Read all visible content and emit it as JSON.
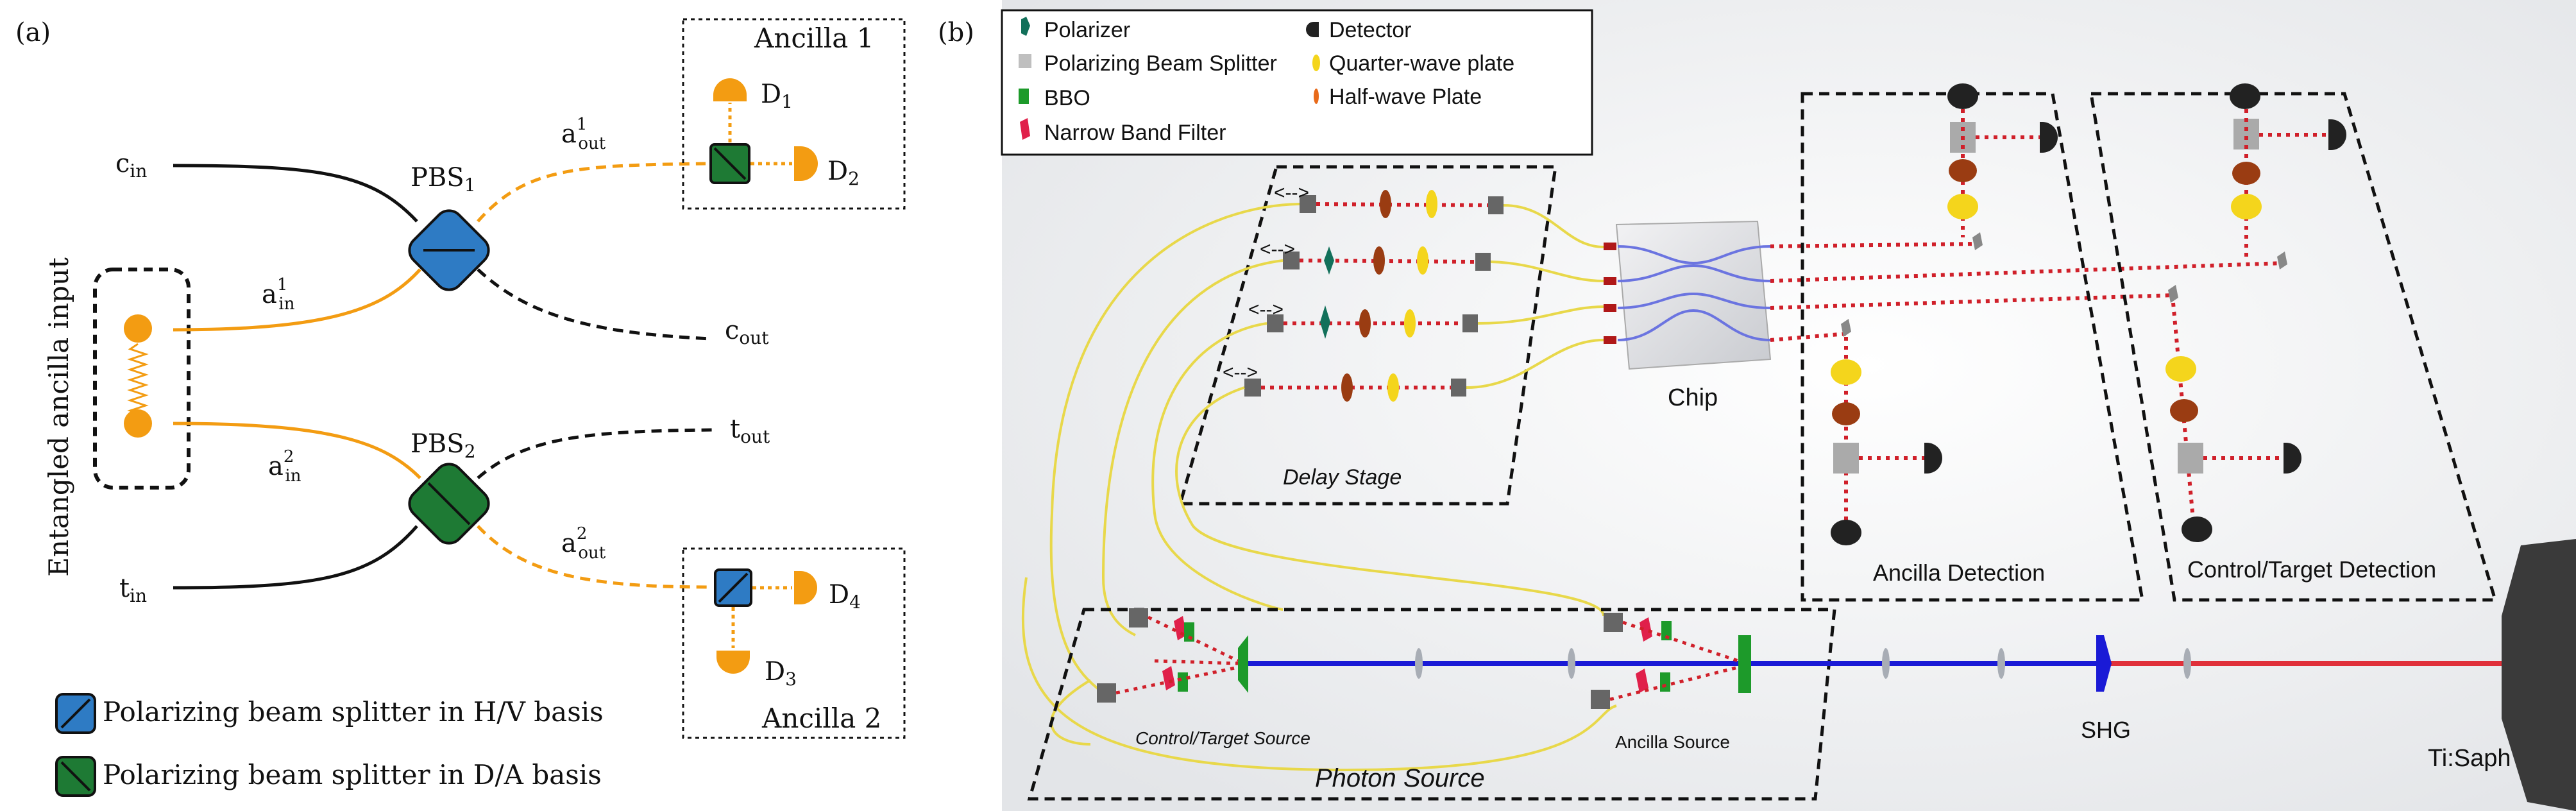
{
  "panel_a": {
    "label": "(a)",
    "ancilla1": {
      "title": "Ancilla 1",
      "d1": "D",
      "d1_sub": "1",
      "d2": "D",
      "d2_sub": "2"
    },
    "ancilla2": {
      "title": "Ancilla 2",
      "d3": "D",
      "d3_sub": "3",
      "d4": "D",
      "d4_sub": "4"
    },
    "c_in": "c",
    "c_in_sub": "in",
    "t_in": "t",
    "t_in_sub": "in",
    "c_out": "c",
    "c_out_sub": "out",
    "t_out": "t",
    "t_out_sub": "out",
    "pbs1": "PBS",
    "pbs1_sub": "1",
    "pbs2": "PBS",
    "pbs2_sub": "2",
    "a_in1": "a",
    "a_in1_sup": "1",
    "a_in1_sub": "in",
    "a_in2": "a",
    "a_in2_sup": "2",
    "a_in2_sub": "in",
    "a_out1": "a",
    "a_out1_sup": "1",
    "a_out1_sub": "out",
    "a_out2": "a",
    "a_out2_sup": "2",
    "a_out2_sub": "out",
    "entangled_label": "Entangled ancilla input",
    "legend_hv": "Polarizing beam splitter in H/V basis",
    "legend_da": "Polarizing beam splitter in D/A basis"
  },
  "panel_b": {
    "label": "(b)",
    "legend": {
      "polarizer": "Polarizer",
      "pbs": "Polarizing Beam Splitter",
      "bbo": "BBO",
      "nbf": "Narrow Band Filter",
      "detector": "Detector",
      "qwp": "Quarter-wave plate",
      "hwp": "Half-wave Plate"
    },
    "delay_stage": "Delay Stage",
    "chip": "Chip",
    "ancilla_detection": "Ancilla Detection",
    "ct_detection": "Control/Target Detection",
    "photon_source": "Photon Source",
    "ct_source": "Control/Target Source",
    "ancilla_source": "Ancilla Source",
    "shg": "SHG",
    "tisaph": "Ti:Saph"
  },
  "colors": {
    "orange": "#F39C12",
    "blue_pbs": "#2E7BC4",
    "green_pbs": "#1E7A34",
    "blue_beam": "#1A1AD6",
    "red_beam": "#E0303A",
    "fiber": "#E8D84A",
    "dotted_red": "#D0202A"
  }
}
